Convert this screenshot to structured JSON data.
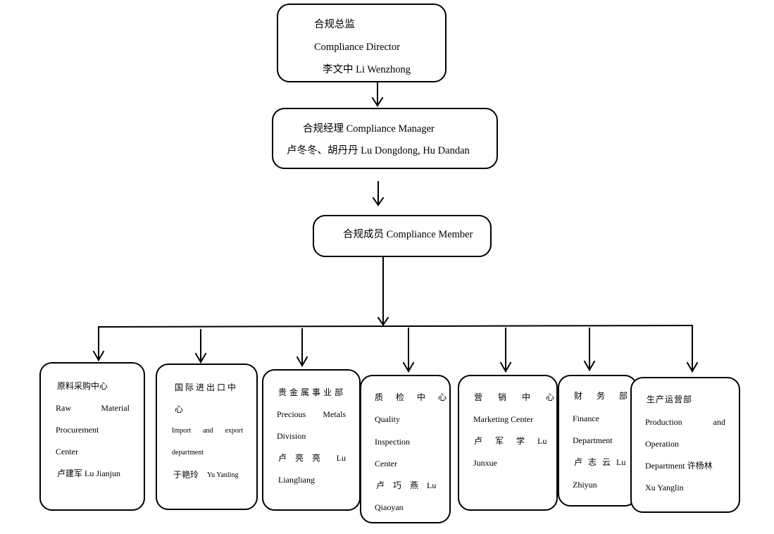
{
  "director": {
    "title_cn": "合规总监",
    "title_en": "Compliance Director",
    "person": "李文中 Li Wenzhong"
  },
  "manager": {
    "title": "合规经理 Compliance Manager",
    "persons": "卢冬冬、胡丹丹 Lu Dongdong, Hu Dandan"
  },
  "member": {
    "title": "合规成员 Compliance Member"
  },
  "departments": [
    {
      "name_cn": "原料采购中心",
      "name_en_1a": "Raw",
      "name_en_1b": "Material",
      "name_en_2": "Procurement",
      "name_en_3": "Center",
      "person": "卢建军 Lu Jianjun"
    },
    {
      "name_cn_1": "国际进出口中",
      "name_cn_2": "心",
      "name_en_1a": "Import",
      "name_en_1b": "and",
      "name_en_1c": "export",
      "name_en_2": "department",
      "person_cn": "于艳玲",
      "person_en": "Yu Yanling"
    },
    {
      "name_cn": "贵金属事业部",
      "name_en_1a": "Precious",
      "name_en_1b": "Metals",
      "name_en_2": "Division",
      "person_cn": "卢亮亮",
      "person_en_1": "Lu",
      "person_en_2": "Liangliang"
    },
    {
      "name_cn": "质检中心",
      "name_en_1": "Quality",
      "name_en_2": "Inspection",
      "name_en_3": "Center",
      "person_cn": "卢巧燕",
      "person_en_1": "Lu",
      "person_en_2": "Qiaoyan"
    },
    {
      "name_cn": "营销中心",
      "name_en": "Marketing Center",
      "person_cn": "卢军学",
      "person_en_1": "Lu",
      "person_en_2": "Junxue"
    },
    {
      "name_cn": "财务部",
      "name_en_1": "Finance",
      "name_en_2": "Department",
      "person_cn": "卢志云",
      "person_en_1": "Lu",
      "person_en_2": "Zhiyun"
    },
    {
      "name_cn": "生产运营部",
      "name_en_1a": "Production",
      "name_en_1b": "and",
      "name_en_2": "Operation",
      "name_en_3": "Department 许杨林",
      "person_en": "Xu Yanglin"
    }
  ]
}
